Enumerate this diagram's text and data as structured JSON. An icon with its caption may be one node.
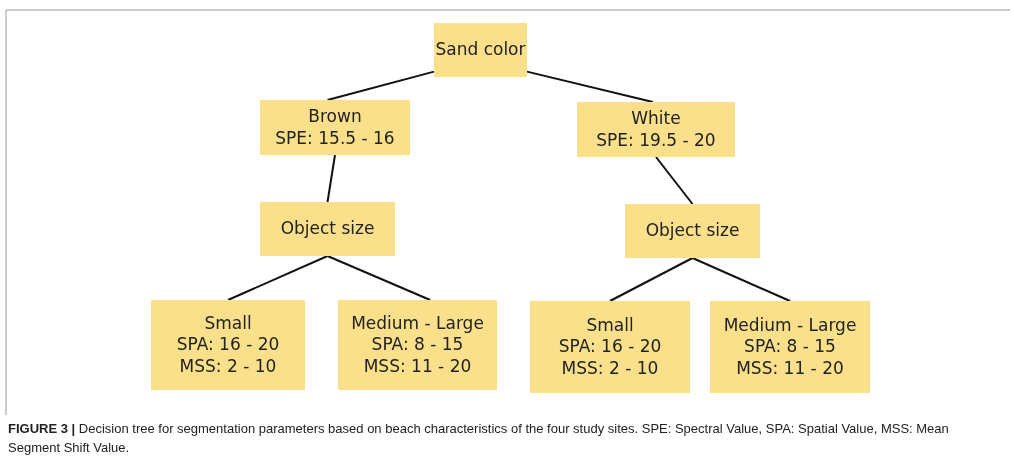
{
  "diagram": {
    "caption": "**FIGURE 3 |** Decision tree for segmentation parameters based on beach characteristics of the four study sites. SPE: Spectral Value, SPA: Spatial Value, MSS: Mean Segment Shift Value.",
    "nodes": [
      {
        "text": [
          "Sand color"
        ]
      },
      {
        "text": [
          "Brown",
          "SPE: 15.5 - 16"
        ]
      },
      {
        "text": [
          "White",
          "SPE: 19.5 - 20"
        ]
      },
      {
        "text": [
          "Object size"
        ]
      },
      {
        "text": [
          "Object size"
        ]
      },
      {
        "text": [
          "Small",
          "SPA: 16 - 20",
          "MSS: 2 - 10"
        ]
      },
      {
        "text": [
          "Medium - Large",
          "SPA: 8 - 15",
          "MSS: 11 - 20"
        ]
      },
      {
        "text": [
          "Small",
          "SPA: 16 - 20",
          "MSS: 2 - 10"
        ]
      },
      {
        "text": [
          "Medium - Large",
          "SPA: 8 - 15",
          "MSS: 11 - 20"
        ]
      }
    ],
    "edges": [
      {
        "from": 0,
        "to": 1,
        "arrow": "none"
      },
      {
        "from": 0,
        "to": 2,
        "arrow": "none"
      },
      {
        "from": 1,
        "to": 3,
        "arrow": "none"
      },
      {
        "from": 2,
        "to": 4,
        "arrow": "none"
      },
      {
        "from": 3,
        "to": 5,
        "arrow": "none"
      },
      {
        "from": 3,
        "to": 6,
        "arrow": "none"
      },
      {
        "from": 4,
        "to": 7,
        "arrow": "none"
      },
      {
        "from": 4,
        "to": 8,
        "arrow": "none"
      }
    ]
  }
}
